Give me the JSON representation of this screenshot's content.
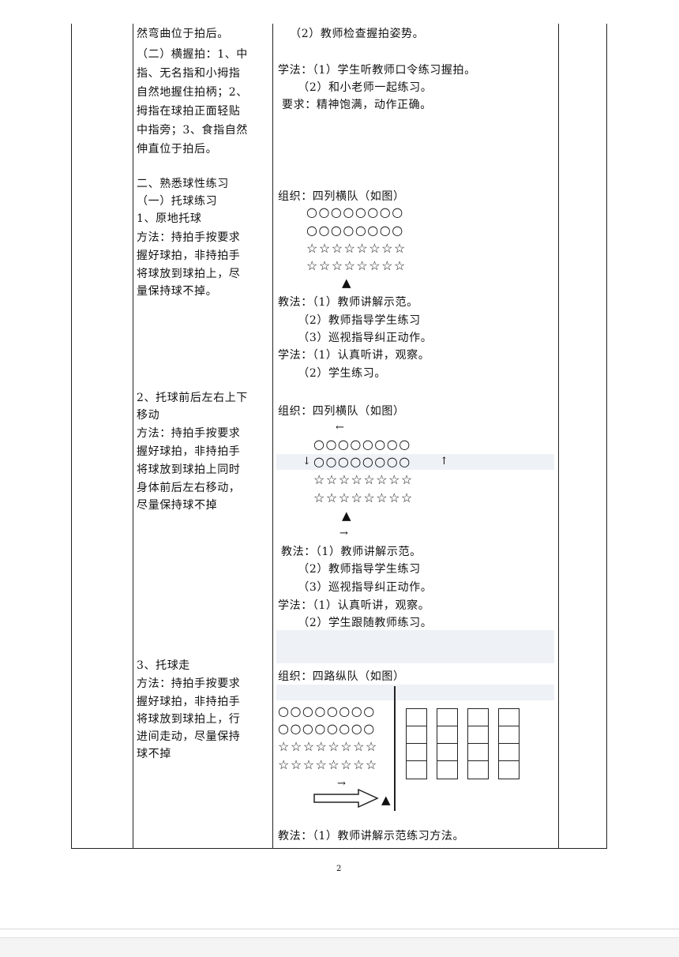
{
  "left_col": {
    "lines_a": [
      "然弯曲位于拍后。",
      "（二）横握拍：1、中",
      "指、无名指和小拇指",
      "自然地握住拍柄；2、",
      "拇指在球拍正面轻贴",
      "中指旁；3、食指自然",
      "伸直位于拍后。"
    ],
    "lines_b": [
      "二、熟悉球性练习",
      "（一）托球练习",
      "1、原地托球",
      "方法：持拍手按要求",
      "握好球拍，非持拍手",
      "将球放到球拍上，尽",
      "量保持球不掉。"
    ],
    "lines_c": [
      "2、托球前后左右上下",
      "移动",
      "方法：持拍手按要求",
      "握好球拍，非持拍手",
      "将球放到球拍上同时",
      "身体前后左右移动，",
      "尽量保持球不掉"
    ],
    "lines_d": [
      "3、托球走",
      "方法：持拍手按要求",
      "握好球拍，非持拍手",
      "将球放到球拍上，行",
      "进间走动，尽量保持",
      "球不掉"
    ]
  },
  "right_col": {
    "block_a": [
      "   （2）教师检查握拍姿势。",
      "",
      "学法：（1）学生听教师口令练习握拍。",
      "     （2）和小老师一起练习。",
      " 要求：精神饱满，动作正确。"
    ],
    "block_b_title": "组织：四列横队（如图）",
    "block_b_lines": [
      "教法：（1）教师讲解示范。",
      "     （2）教师指导学生练习",
      "     （3）巡视指导纠正动作。",
      "学法：（1）认真听讲，观察。",
      "     （2）学生练习。"
    ],
    "block_c_title": "组织：四列横队（如图）",
    "block_c_lines": [
      "教法：（1）教师讲解示范。",
      "     （2）教师指导学生练习",
      "     （3）巡视指导纠正动作。",
      "学法：（1）认真听讲，观察。",
      "     （2）学生跟随教师练习。"
    ],
    "block_d_title": "组织：四路纵队（如图）",
    "block_d_last": "教法：（1）教师讲解示范练习方法。"
  },
  "formation": {
    "circles": "○○○○○○○○",
    "stars": "☆☆☆☆☆☆☆☆",
    "teacher": "▲",
    "arrow_left": "←",
    "arrow_right": "→",
    "arrow_down": "↓",
    "arrow_up": "↑"
  },
  "page_number": "2"
}
